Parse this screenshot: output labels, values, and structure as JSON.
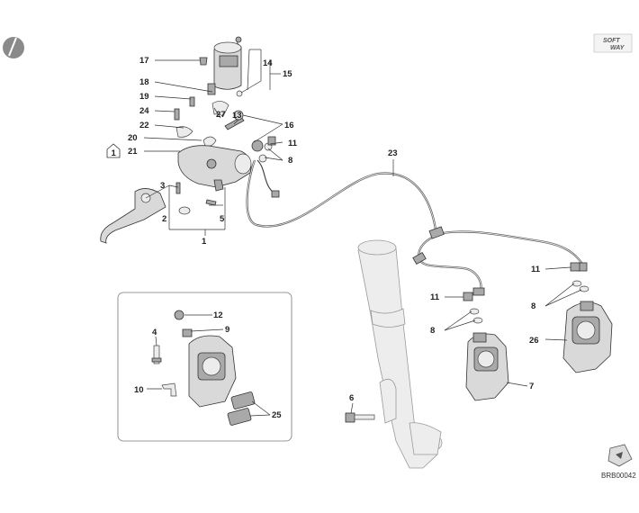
{
  "reference_code": "BRB00042",
  "brand_badge": {
    "line1": "SOFT",
    "line2": "WAY"
  },
  "labels": {
    "l1": "1",
    "l2": "2",
    "l3": "3",
    "l4": "4",
    "l5": "5",
    "l6": "6",
    "l7": "7",
    "l8a": "8",
    "l8b": "8",
    "l8c": "8",
    "l9": "9",
    "l10": "10",
    "l11a": "11",
    "l11b": "11",
    "l11c": "11",
    "l12": "12",
    "l13": "13",
    "l14": "14",
    "l15": "15",
    "l16": "16",
    "l17": "17",
    "l18": "18",
    "l19": "19",
    "l20": "20",
    "l21": "21",
    "l22": "22",
    "l23": "23",
    "l24": "24",
    "l25": "25",
    "l26": "26",
    "l27": "27",
    "note_flag": "1"
  },
  "icons": {
    "corner_mark": "semicircle-tab-icon",
    "note_flag": "pentagon-flag-icon",
    "nav_arrow": "page-arrow-icon"
  },
  "colors": {
    "line": "#333333",
    "part_fill": "#d9d9d9",
    "fork_fill": "#ededed"
  }
}
